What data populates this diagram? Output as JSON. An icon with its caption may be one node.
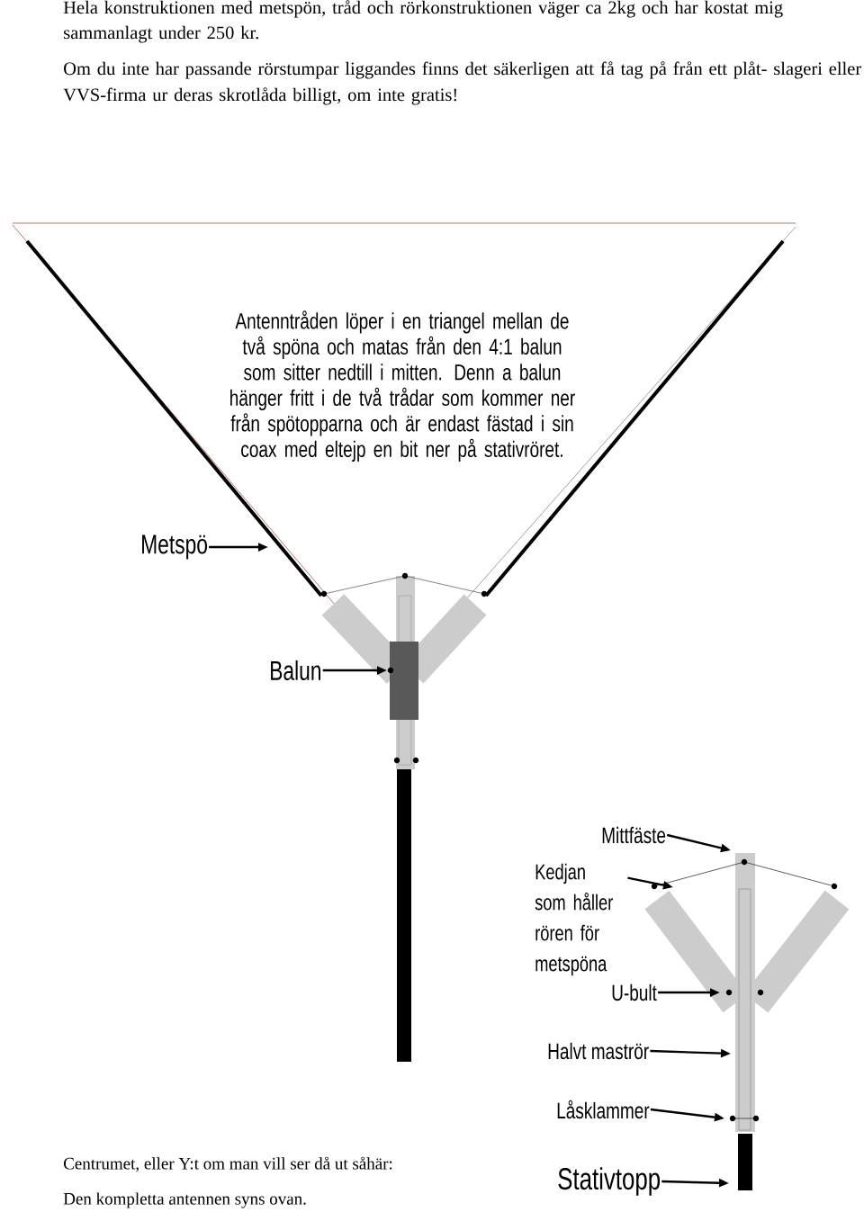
{
  "diagram": {
    "nodes": [
      {
        "text": [
          "Metspö"
        ]
      },
      {
        "text": [
          "Balun"
        ]
      },
      {
        "text": [
          "Mittfäste"
        ]
      },
      {
        "text": [
          "Kedjan som håller rören för metspöna"
        ]
      },
      {
        "text": [
          "U-bult"
        ]
      },
      {
        "text": [
          "Halvt maströr"
        ]
      },
      {
        "text": [
          "Låsklammer"
        ]
      },
      {
        "text": [
          "Stativtopp"
        ]
      }
    ],
    "edges": [
      {
        "from": 0,
        "to": null,
        "arrow": "to"
      },
      {
        "from": 1,
        "to": null,
        "arrow": "to"
      },
      {
        "from": 2,
        "to": null,
        "arrow": "to"
      },
      {
        "from": 3,
        "to": null,
        "arrow": "to"
      },
      {
        "from": 4,
        "to": null,
        "arrow": "to"
      },
      {
        "from": 5,
        "to": null,
        "arrow": "to"
      },
      {
        "from": 6,
        "to": null,
        "arrow": "to"
      },
      {
        "from": 7,
        "to": null,
        "arrow": "to"
      }
    ],
    "labels": [
      "Hela konstruktionen med metspön, tråd och rörkonstruktionen väger ca 2kg och har kostat mig sammanlagt under 250 kr.",
      "Om du inte har passande rörstumpar liggandes finns det säkerligen att få tag på från ett plåt- slageri eller VVS-firma ur deras skrotlåda billigt, om inte gratis!",
      "Antenntråden löper i en triangel mellan de två spöna och matas från den 4:1 balun som sitter nedtill i mitten. Denn a balun hänger fritt i de två trådar som kommer ner från spötopparna och är endast fästad i sin coax med eltejp en bit ner på stativröret.",
      "Centrumet, eller Y:t om man vill ser då ut såhär:",
      "Den kompletta antennen syns ovan."
    ]
  }
}
